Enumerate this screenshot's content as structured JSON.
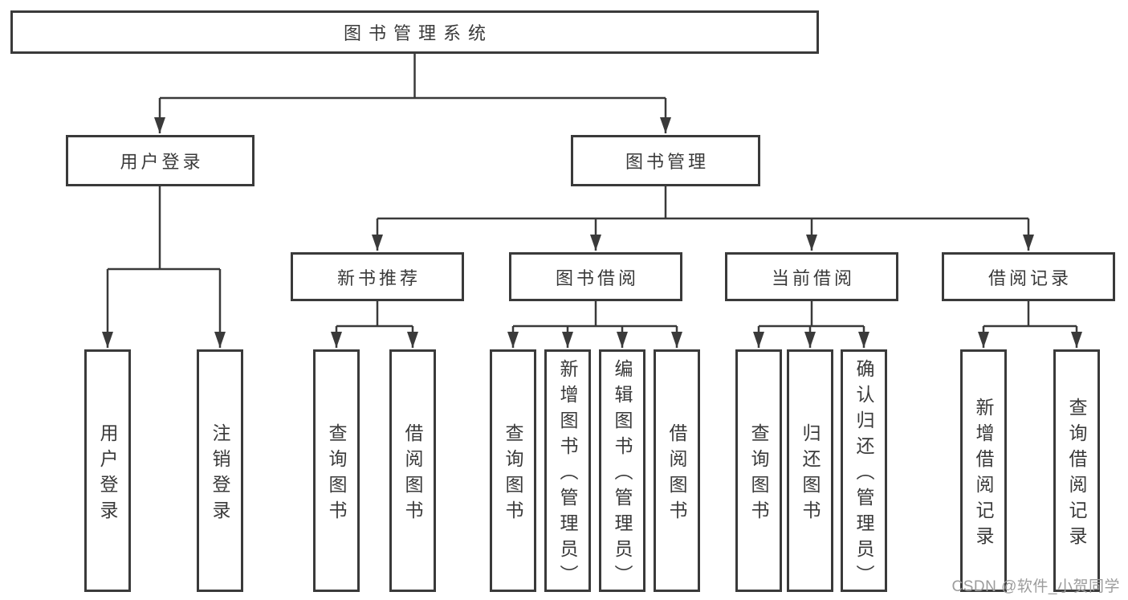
{
  "diagram": {
    "root": {
      "id": "library-management-system",
      "label": "图书管理系统"
    },
    "level2": [
      {
        "id": "user-login",
        "label": "用户登录",
        "parent": "图书管理系统"
      },
      {
        "id": "book-management",
        "label": "图书管理",
        "parent": "图书管理系统"
      }
    ],
    "level3": [
      {
        "id": "new-book-recommend",
        "label": "新书推荐",
        "parent": "图书管理"
      },
      {
        "id": "book-borrowing",
        "label": "图书借阅",
        "parent": "图书管理"
      },
      {
        "id": "current-borrowing",
        "label": "当前借阅",
        "parent": "图书管理"
      },
      {
        "id": "borrowing-records",
        "label": "借阅记录",
        "parent": "图书管理"
      }
    ],
    "leaves": [
      {
        "id": "leaf-user-login",
        "label": "用户登录",
        "parent": "用户登录"
      },
      {
        "id": "leaf-logout",
        "label": "注销登录",
        "parent": "用户登录"
      },
      {
        "id": "leaf-query-books-recommend",
        "label": "查询图书",
        "parent": "新书推荐"
      },
      {
        "id": "leaf-borrow-books-recommend",
        "label": "借阅图书",
        "parent": "新书推荐"
      },
      {
        "id": "leaf-query-books-borrowing",
        "label": "查询图书",
        "parent": "图书借阅"
      },
      {
        "id": "leaf-add-book-admin",
        "label": "新增图书（管理员）",
        "parent": "图书借阅"
      },
      {
        "id": "leaf-edit-book-admin",
        "label": "编辑图书（管理员）",
        "parent": "图书借阅"
      },
      {
        "id": "leaf-borrow-books-borrowing",
        "label": "借阅图书",
        "parent": "图书借阅"
      },
      {
        "id": "leaf-query-books-current",
        "label": "查询图书",
        "parent": "当前借阅"
      },
      {
        "id": "leaf-return-books",
        "label": "归还图书",
        "parent": "当前借阅"
      },
      {
        "id": "leaf-confirm-return-admin",
        "label": "确认归还（管理员）",
        "parent": "当前借阅"
      },
      {
        "id": "leaf-add-borrow-record",
        "label": "新增借阅记录",
        "parent": "借阅记录"
      },
      {
        "id": "leaf-query-borrow-record",
        "label": "查询借阅记录",
        "parent": "借阅记录"
      }
    ],
    "colors": {
      "line": "#3a3a3a",
      "box_border": "#3a3a3a",
      "text": "#3a3a3a",
      "background": "#ffffff",
      "watermark": "#9c9c9c"
    }
  },
  "watermark": {
    "text": "CSDN @软件_小贺同学"
  }
}
